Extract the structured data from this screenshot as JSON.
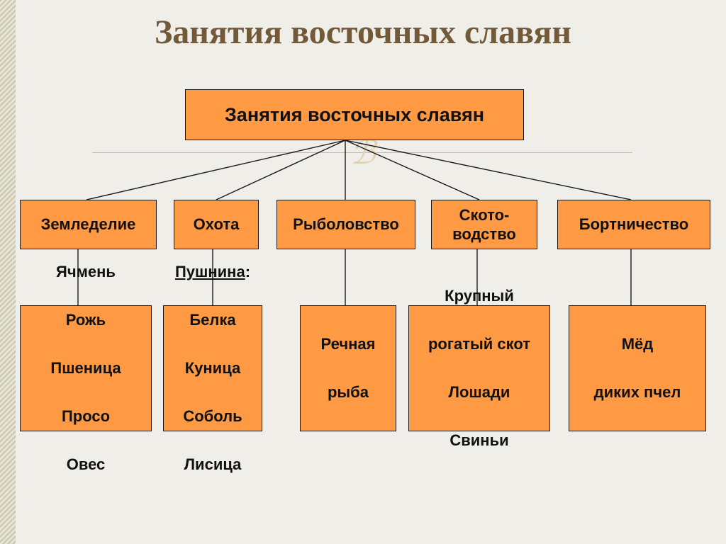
{
  "slide": {
    "title": "Занятия восточных славян"
  },
  "diagram": {
    "root": "Занятия восточных славян",
    "categories": [
      {
        "label": "Земледелие",
        "items": [
          "Ячмень",
          "Рожь",
          "Пшеница",
          "Просо",
          "Овес"
        ]
      },
      {
        "label": "Охота",
        "heading": "Пушнина",
        "heading_suffix": ":",
        "items": [
          "Белка",
          "Куница",
          "Соболь",
          "Лисица"
        ]
      },
      {
        "label": "Рыболовство",
        "items": [
          "Речная",
          "рыба"
        ]
      },
      {
        "label": "Ското-\nводство",
        "items": [
          "Крупный",
          "рогатый скот",
          "Лошади",
          "Свиньи"
        ]
      },
      {
        "label": "Бортничество",
        "items": [
          "Мёд",
          "диких пчел"
        ]
      }
    ]
  },
  "colors": {
    "box_fill": "#fe9a44",
    "title": "#725a39",
    "background": "#efeee9"
  }
}
